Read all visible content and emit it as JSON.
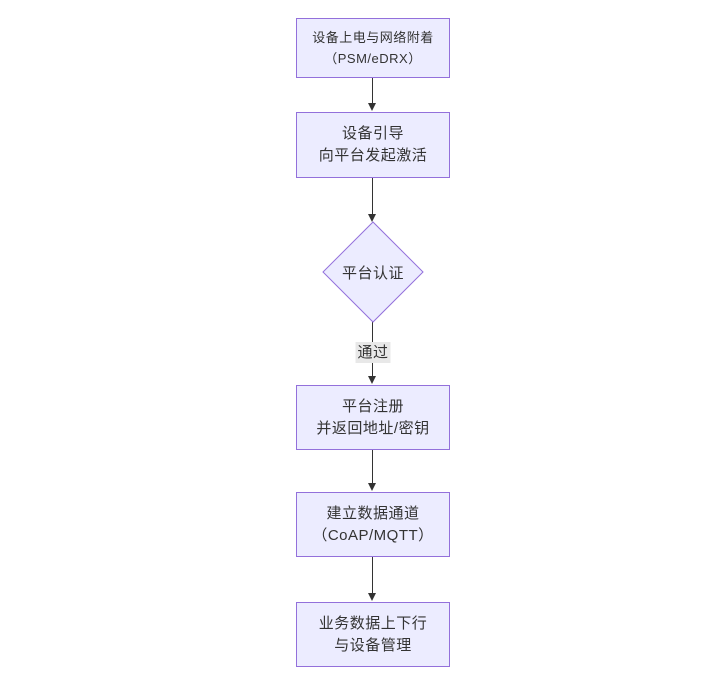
{
  "diagram": {
    "type": "flowchart",
    "direction": "top-down",
    "colors": {
      "background": "#ffffff",
      "node_fill": "#ECECFF",
      "node_border": "#9370DB",
      "text": "#333333",
      "edge": "#333333",
      "edge_label_bg": "#e8e8e8"
    },
    "nodes": [
      {
        "id": "power-attach",
        "shape": "rect",
        "lines": [
          "设备上电与网络附着",
          "（PSM/eDRX）"
        ]
      },
      {
        "id": "bootstrap",
        "shape": "rect",
        "lines": [
          "设备引导",
          "向平台发起激活"
        ]
      },
      {
        "id": "platform-auth",
        "shape": "diamond",
        "lines": [
          "平台认证"
        ]
      },
      {
        "id": "register",
        "shape": "rect",
        "lines": [
          "平台注册",
          "并返回地址/密钥"
        ]
      },
      {
        "id": "data-channel",
        "shape": "rect",
        "lines": [
          "建立数据通道",
          "（CoAP/MQTT）"
        ]
      },
      {
        "id": "business",
        "shape": "rect",
        "lines": [
          "业务数据上下行",
          "与设备管理"
        ]
      }
    ],
    "edges": [
      {
        "from": "power-attach",
        "to": "bootstrap",
        "label": ""
      },
      {
        "from": "bootstrap",
        "to": "platform-auth",
        "label": ""
      },
      {
        "from": "platform-auth",
        "to": "register",
        "label": "通过"
      },
      {
        "from": "register",
        "to": "data-channel",
        "label": ""
      },
      {
        "from": "data-channel",
        "to": "business",
        "label": ""
      }
    ]
  }
}
